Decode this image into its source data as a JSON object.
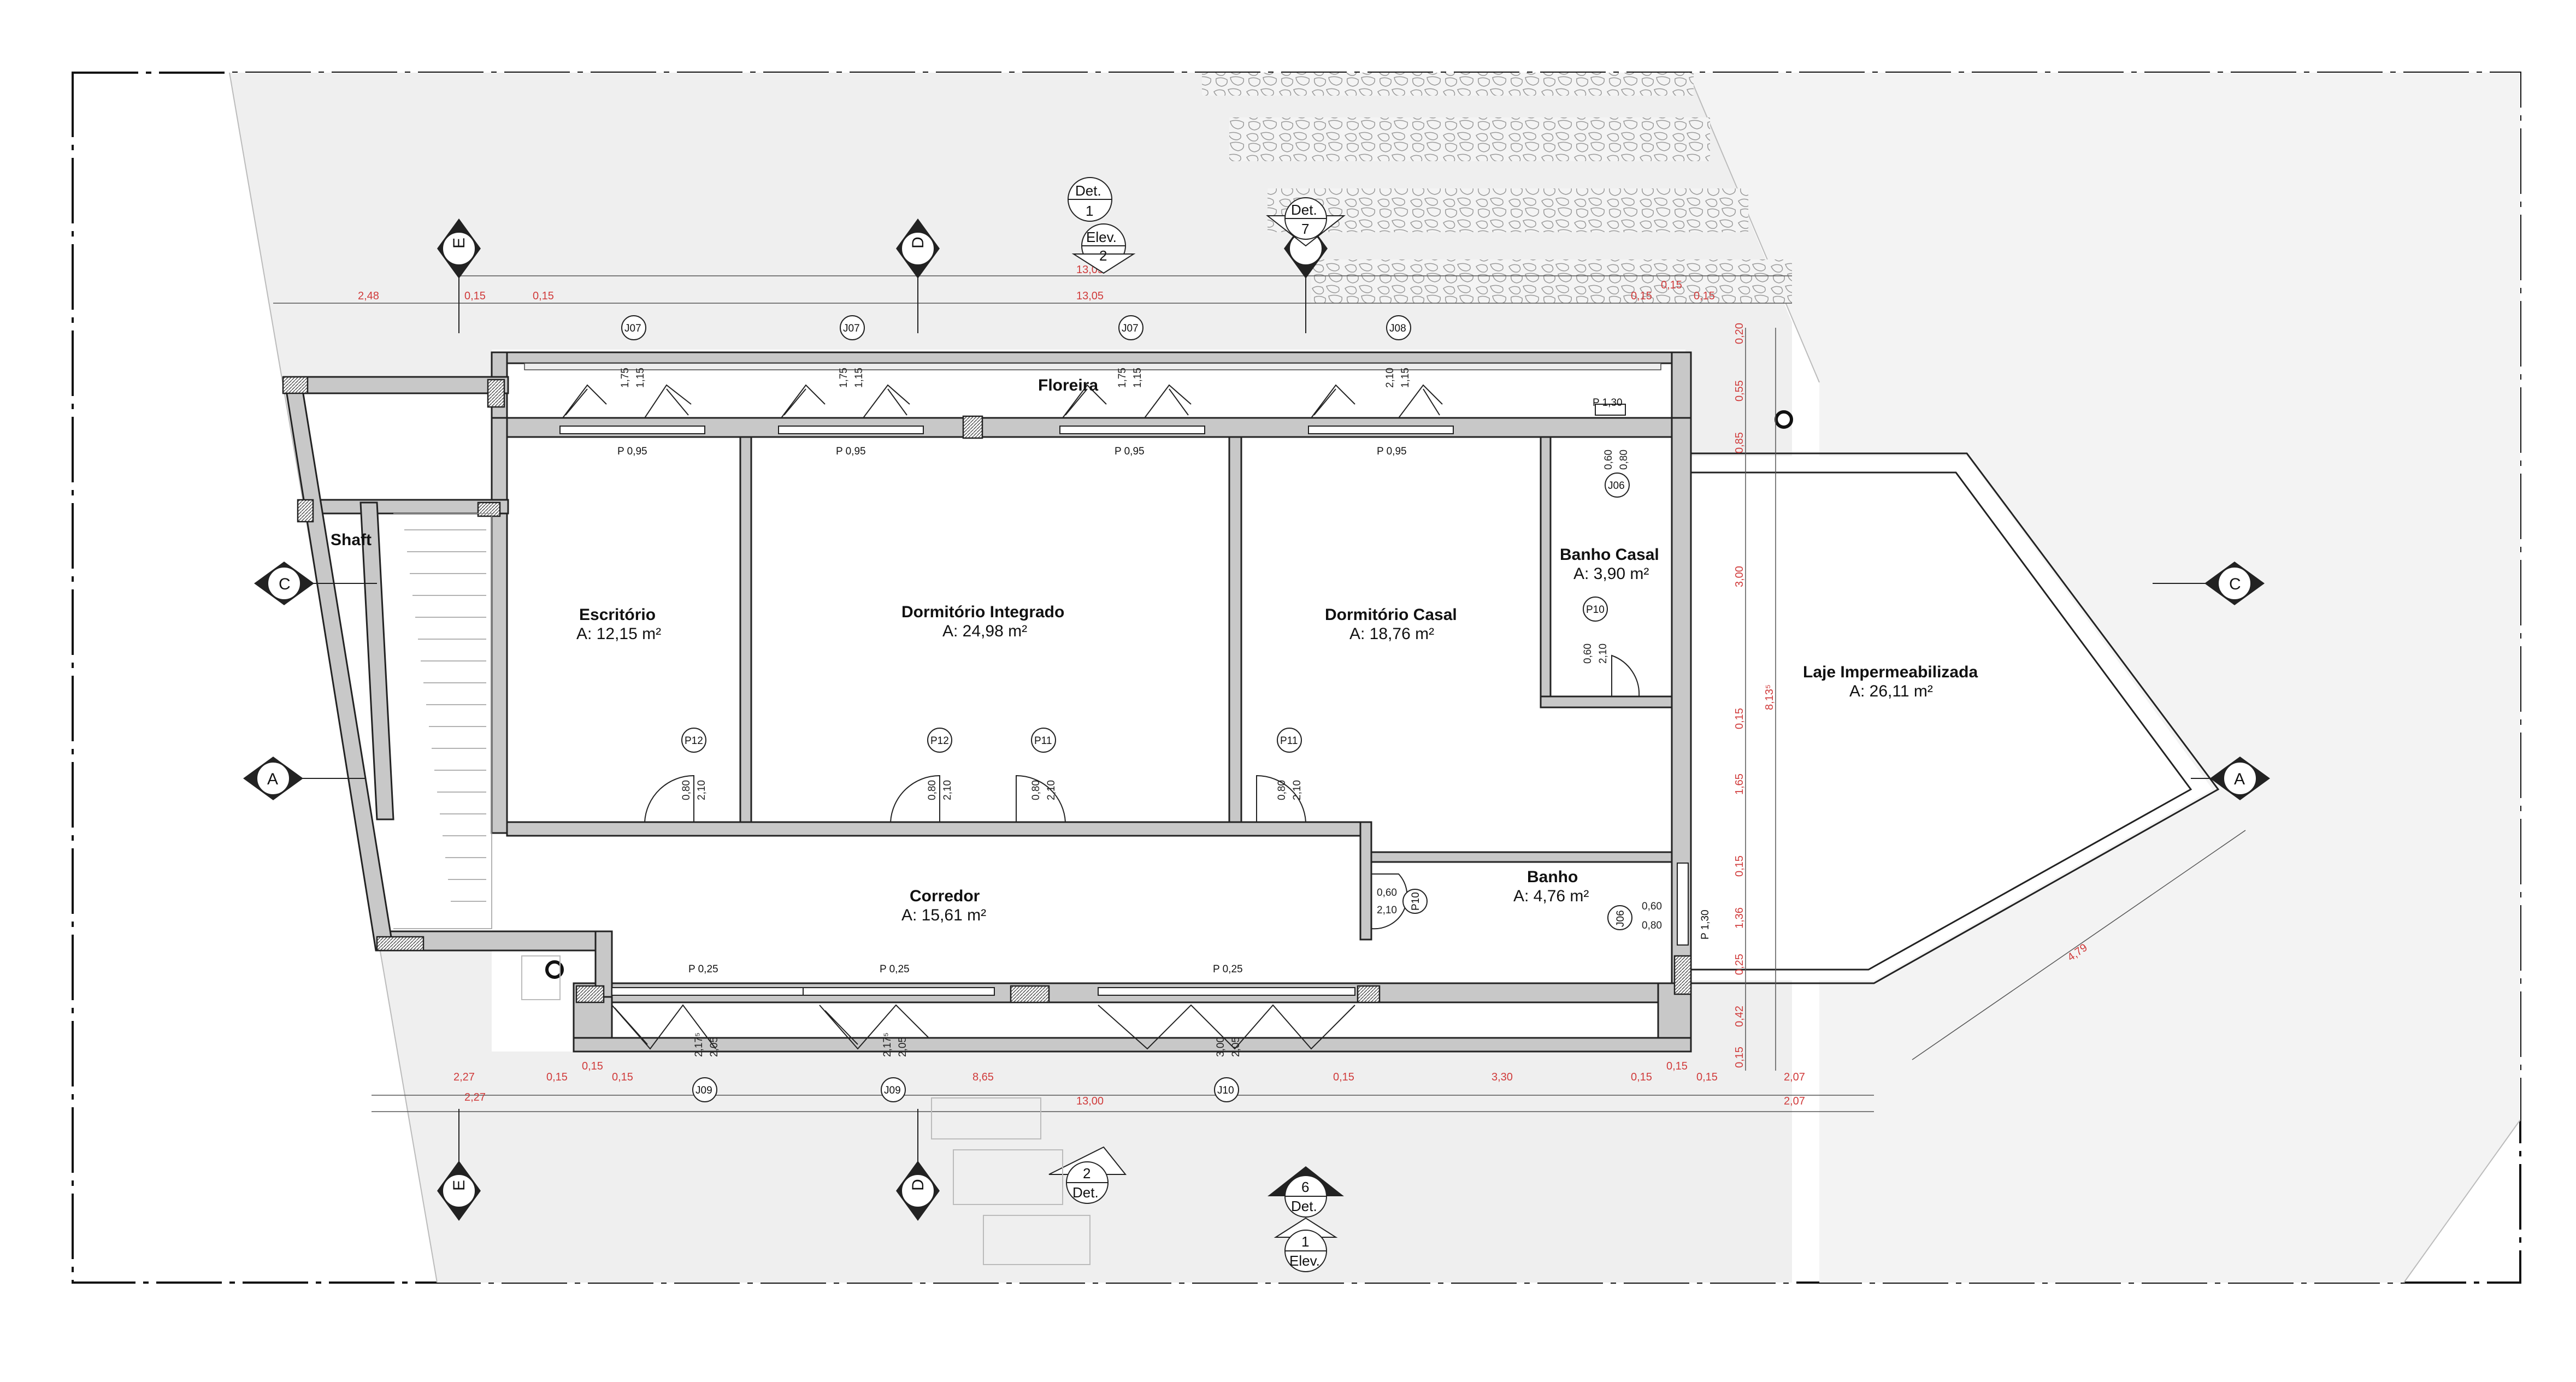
{
  "rooms": {
    "floreira": {
      "name": "Floreira"
    },
    "shaft": {
      "name": "Shaft"
    },
    "escritorio": {
      "name": "Escritório",
      "area": "A: 12,15 m²"
    },
    "dorm_integrado": {
      "name": "Dormitório Integrado",
      "area": "A: 24,98 m²"
    },
    "dorm_casal": {
      "name": "Dormitório Casal",
      "area": "A: 18,76 m²"
    },
    "banho_casal": {
      "name": "Banho Casal",
      "area": "A: 3,90 m²"
    },
    "laje": {
      "name": "Laje Impermeabilizada",
      "area": "A: 26,11 m²"
    },
    "corredor": {
      "name": "Corredor",
      "area": "A: 15,61 m²"
    },
    "banho": {
      "name": "Banho",
      "area": "A: 4,76 m²"
    }
  },
  "sections": {
    "A": "A",
    "C": "C",
    "D": "D",
    "E": "E"
  },
  "details": {
    "det1_num": "1",
    "det1_label": "Det.",
    "elev2_num": "2",
    "elev2_label": "Elev.",
    "det7_num": "7",
    "det7_label": "Det.",
    "det2_num": "2",
    "det2_label": "Det.",
    "det6_num": "6",
    "det6_label": "Det.",
    "elev1_num": "1",
    "elev1_label": "Elev."
  },
  "windows": {
    "j07": "J07",
    "j08": "J08",
    "j06": "J06",
    "j09": "J09",
    "j10": "J10",
    "p095": "P 0,95",
    "p025": "P 0,25",
    "p130": "P 1,30",
    "h175": "1,75",
    "h115": "1,15",
    "h210": "2,10",
    "h060": "0,60",
    "h080": "0,80",
    "h217": "2,17⁵",
    "h205": "2,05",
    "h300": "3,00"
  },
  "doors": {
    "p10": "P10",
    "p11": "P11",
    "p12": "P12",
    "w080": "0,80",
    "h210": "2,10",
    "w060": "0,60",
    "w060b": "0,60"
  },
  "dims_top": {
    "d248": "2,48",
    "d015": "0,15",
    "d1305": "13,05",
    "d13050": "13,05"
  },
  "dims_bottom": {
    "d227": "2,27",
    "d015": "0,15",
    "d865": "8,65",
    "d330": "3,30",
    "d207": "2,07",
    "d1300": "13,00"
  },
  "dims_right": {
    "d020": "0,20",
    "d055": "0,55",
    "d085": "0,85",
    "d300": "3,00",
    "d015": "0,15",
    "d165": "1,65",
    "d136": "1,36",
    "d042": "0,42",
    "d025": "0,25",
    "d813": "8,13⁵",
    "d479": "4,79"
  }
}
